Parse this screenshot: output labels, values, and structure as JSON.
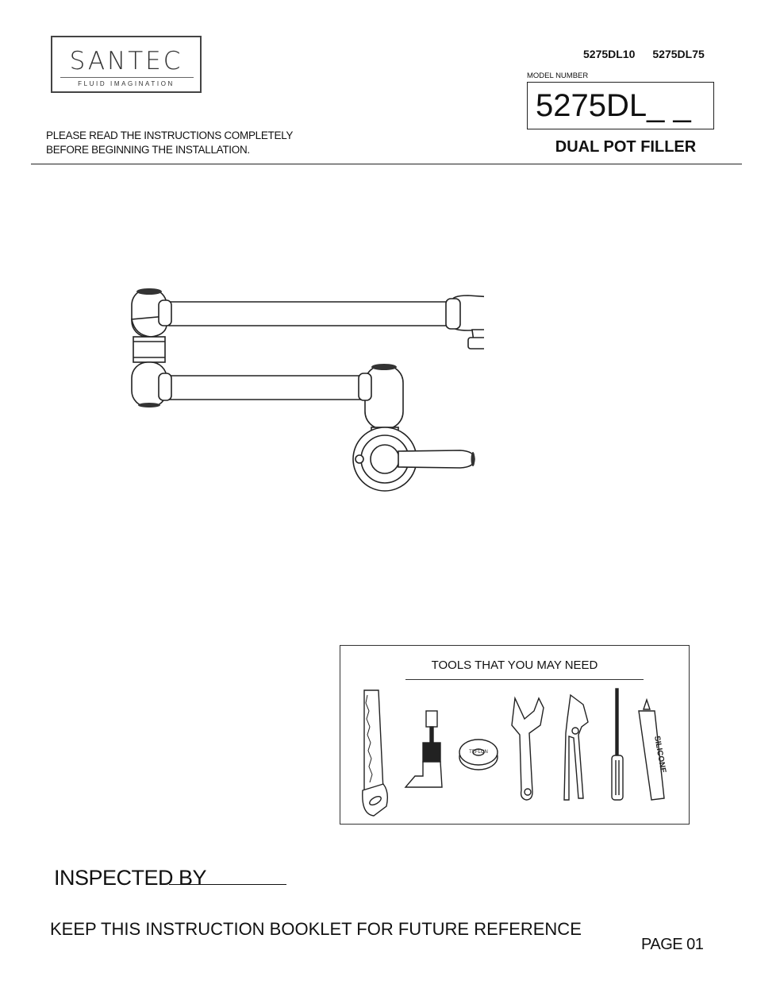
{
  "logo": {
    "brand": "SANTEC",
    "tagline": "FLUID IMAGINATION"
  },
  "header": {
    "model_codes": [
      "5275DL10",
      "5275DL75"
    ],
    "model_label": "MODEL NUMBER",
    "model_value": "5275DL_ _",
    "product_name": "DUAL POT FILLER",
    "instructions_line1": "PLEASE READ THE INSTRUCTIONS COMPLETELY",
    "instructions_line2": "BEFORE BEGINNING THE INSTALLATION."
  },
  "tools": {
    "title": "TOOLS THAT YOU MAY NEED",
    "items": [
      {
        "name": "saw-icon"
      },
      {
        "name": "basin-wrench-icon"
      },
      {
        "name": "teflon-tape-icon",
        "label": "TEFLON"
      },
      {
        "name": "adjustable-wrench-icon"
      },
      {
        "name": "pliers-icon"
      },
      {
        "name": "screwdriver-icon"
      },
      {
        "name": "silicone-tube-icon",
        "label": "SILICONE"
      }
    ]
  },
  "footer": {
    "inspected_label": "INSPECTED BY",
    "keep_notice": "KEEP THIS INSTRUCTION BOOKLET FOR FUTURE REFERENCE",
    "page": "PAGE 01"
  }
}
